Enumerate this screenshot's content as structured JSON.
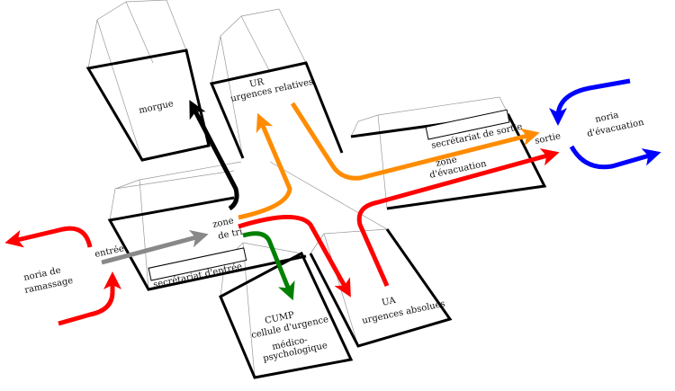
{
  "labels": {
    "morgue": "morgue",
    "ur_code": "UR",
    "ur_name": "urgences relatives",
    "secretariat_sortie": "secrétariat de sortie",
    "sortie": "sortie",
    "zone_evac_1": "zone",
    "zone_evac_2": "d'évacuation",
    "noria_evac_1": "noria",
    "noria_evac_2": "d'évacuation",
    "zone_tri_1": "zone",
    "zone_tri_2": "de tri",
    "entree": "entrée",
    "noria_ram_1": "noria de",
    "noria_ram_2": "ramassage",
    "secretariat_entree": "secrétariat d'entrée",
    "cump_code": "CUMP",
    "cump_1": "cellule d'urgence",
    "cump_2": "médico-",
    "cump_3": "psychologique",
    "ua_code": "UA",
    "ua_name": "urgences absolues"
  },
  "colors": {
    "red": "#ff0000",
    "orange": "#ff8c00",
    "green": "#008000",
    "blue": "#0000ff",
    "gray": "#888888",
    "black": "#000000"
  }
}
